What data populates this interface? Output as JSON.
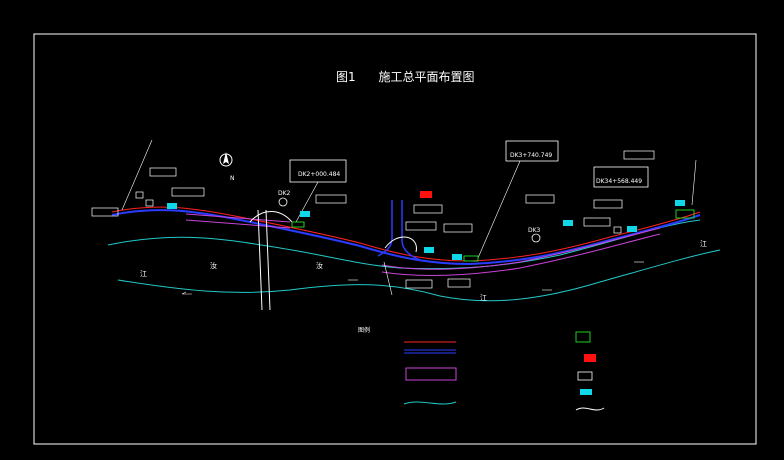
{
  "title": "图1      施工总平面布置图",
  "north_label": "N",
  "stations": {
    "s1": "DK2+000.484",
    "s2": "DK3+740.749",
    "s3": "DK34+568.449"
  },
  "river_chars": [
    "江",
    "汝",
    "江"
  ],
  "river_chars_right": [
    "汝",
    "江"
  ],
  "legend_title": "图例",
  "pole_label": "DK2",
  "pole_label_b": "DK3",
  "colors": {
    "frame": "#ffffff",
    "red_line": "#ff2222",
    "blue_line": "#2b3bff",
    "magenta": "#c844d8",
    "cyan_river": "#22c8c8",
    "cyan_box": "#11d8e8",
    "green": "#22cc22",
    "flag_red": "#ff1111"
  }
}
